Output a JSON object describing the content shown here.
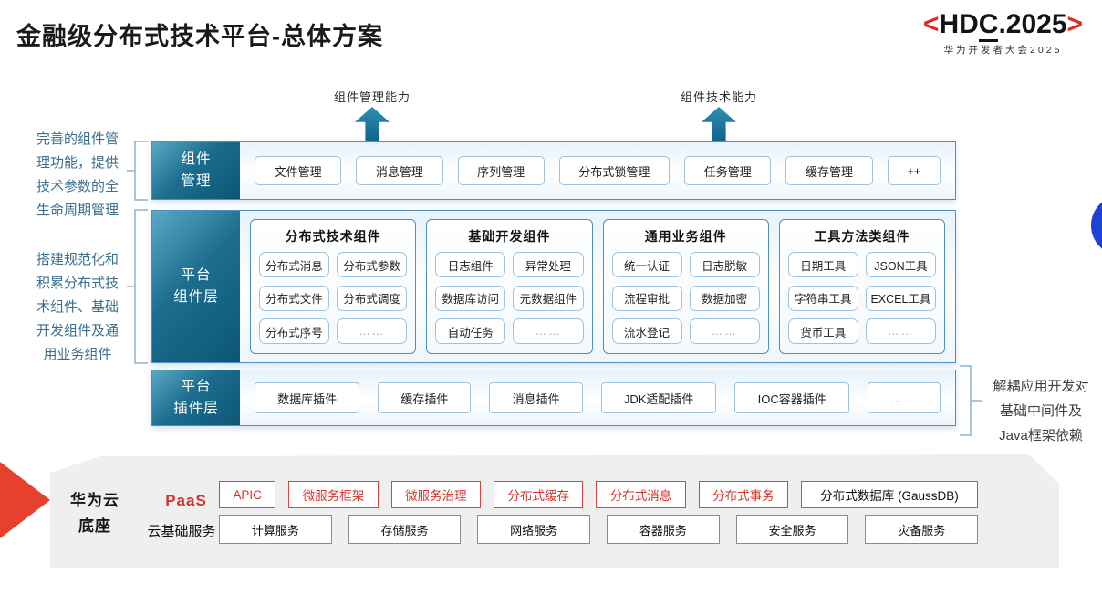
{
  "title": "金融级分布式技术平台-总体方案",
  "logo": {
    "open": "<",
    "hd": "HD",
    "c": "C",
    "rest": ".2025",
    "close": ">",
    "subtitle": "华为开发者大会2025"
  },
  "capability_arrows": [
    {
      "label": "组件管理能力"
    },
    {
      "label": "组件技术能力"
    }
  ],
  "annotations": {
    "component_mgmt": "完善的组件管\n理功能，提供\n技术参数的全\n生命周期管理",
    "platform_components": "搭建规范化和\n积累分布式技\n术组件、基础\n开发组件及通\n用业务组件",
    "plugins": "解耦应用开发对\n基础中间件及\nJava框架依赖"
  },
  "component_mgmt_row": {
    "label": "组件\n管理",
    "items": [
      "文件管理",
      "消息管理",
      "序列管理",
      "分布式锁管理",
      "任务管理",
      "缓存管理",
      "++"
    ]
  },
  "platform_component_row": {
    "label": "平台\n组件层",
    "groups": [
      {
        "title": "分布式技术组件",
        "items": [
          "分布式消息",
          "分布式参数",
          "分布式文件",
          "分布式调度",
          "分布式序号",
          "……"
        ]
      },
      {
        "title": "基础开发组件",
        "items": [
          "日志组件",
          "异常处理",
          "数据库访问",
          "元数据组件",
          "自动任务",
          "……"
        ]
      },
      {
        "title": "通用业务组件",
        "items": [
          "统一认证",
          "日志脱敏",
          "流程审批",
          "数据加密",
          "流水登记",
          "……"
        ]
      },
      {
        "title": "工具方法类组件",
        "items": [
          "日期工具",
          "JSON工具",
          "字符串工具",
          "EXCEL工具",
          "货币工具",
          "……"
        ]
      }
    ]
  },
  "plugin_row": {
    "label": "平台\n插件层",
    "items": [
      "数据库插件",
      "缓存插件",
      "消息插件",
      "JDK适配插件",
      "IOC容器插件",
      "……"
    ]
  },
  "foundation": {
    "label": "华为云\n底座",
    "paas_label": "PaaS",
    "paas_items": [
      "APIC",
      "微服务框架",
      "微服务治理",
      "分布式缓存",
      "分布式消息",
      "分布式事务"
    ],
    "paas_db_item": "分布式数据库 (GaussDB)",
    "iaas_label": "云基础服务",
    "iaas_items": [
      "计算服务",
      "存储服务",
      "网络服务",
      "容器服务",
      "安全服务",
      "灾备服务"
    ]
  },
  "colors": {
    "teal_dark": "#0c5675",
    "teal_light": "#5aa9c5",
    "accent_red": "#d0352b",
    "layer_border_blue": "#4d8fc0",
    "blue_circle": "#2041d6",
    "slab_gray": "#efefef"
  }
}
